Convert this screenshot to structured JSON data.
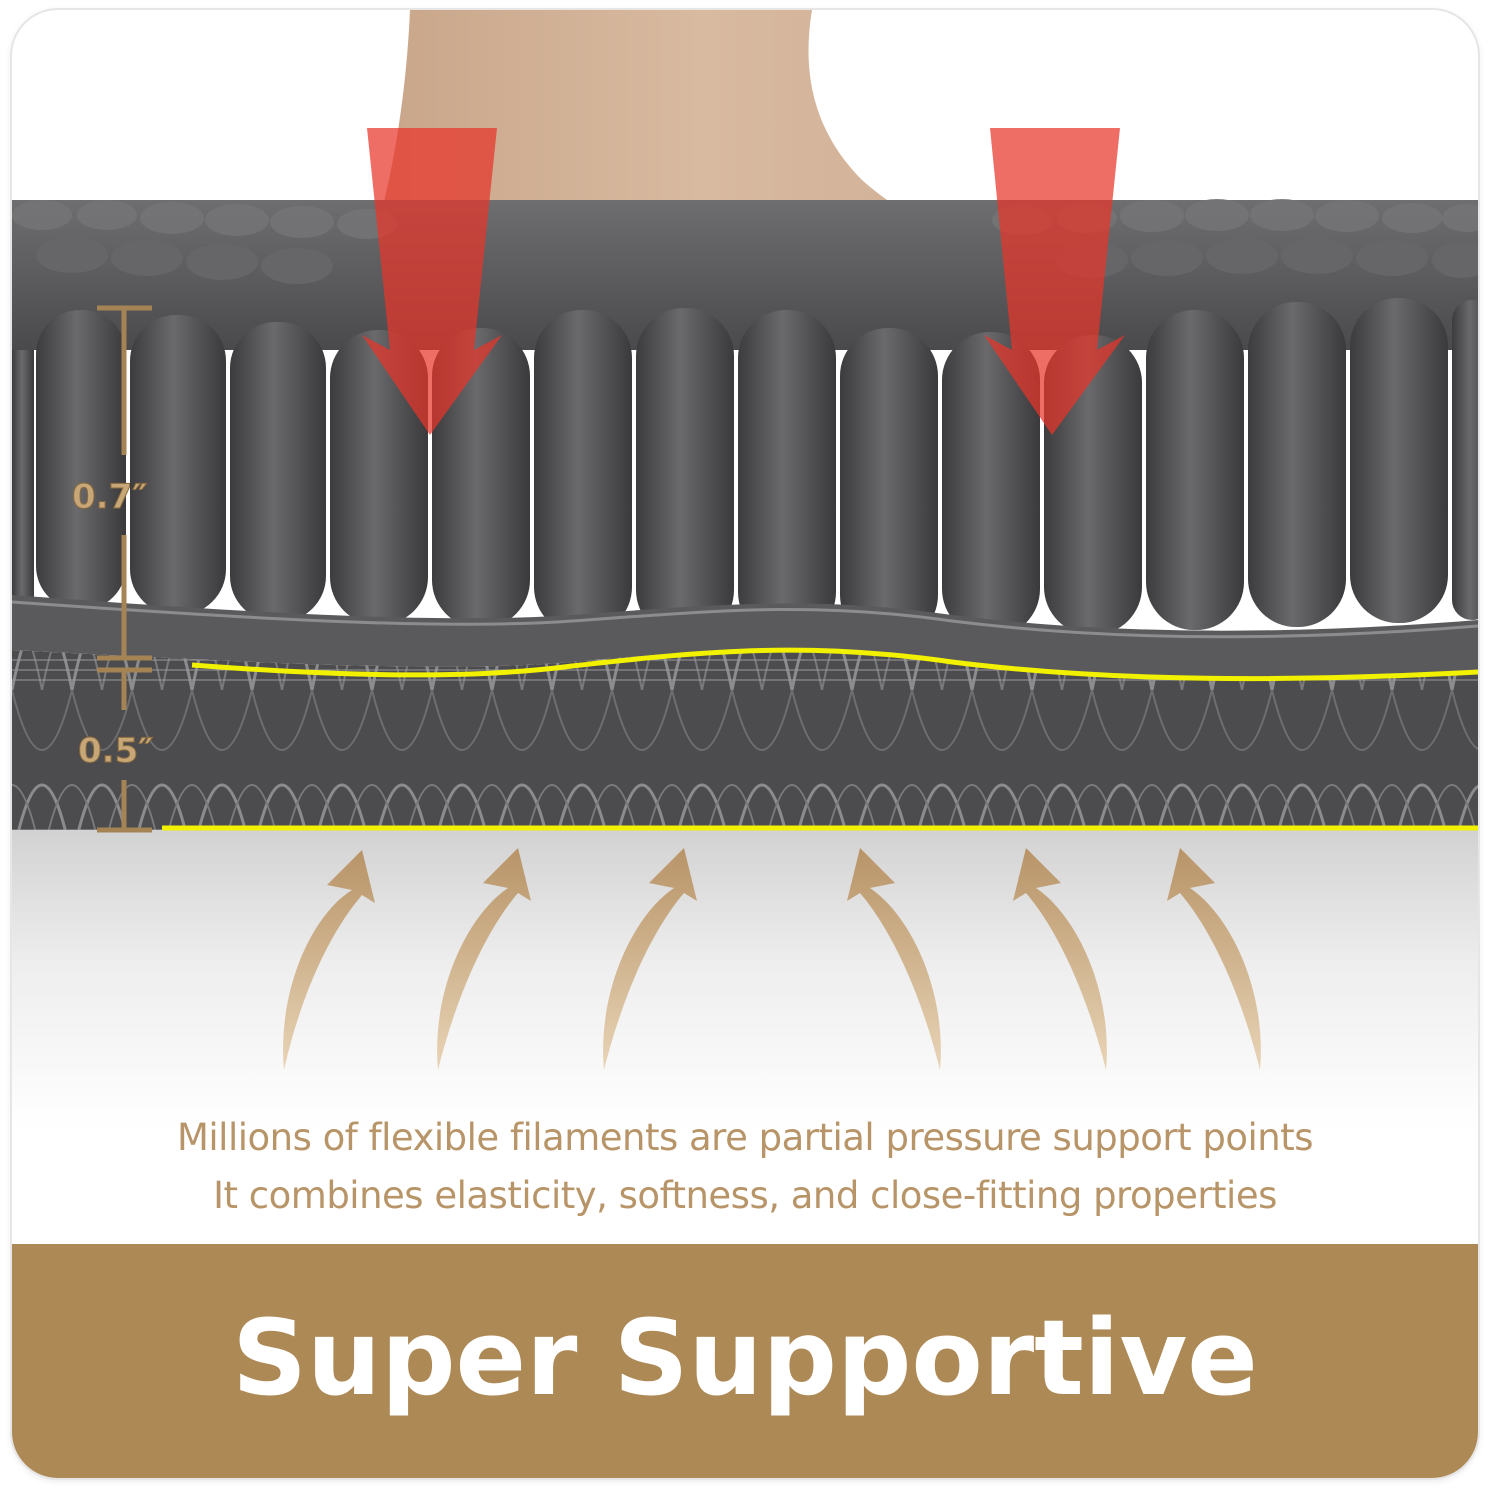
{
  "colors": {
    "accent": "#ad8956",
    "caption_text": "#b89568",
    "arrow_down": "#e8342a",
    "arrow_up": "#c4a57a",
    "mat_gray": "#5c5c5e",
    "highlight_line": "#f2f200",
    "foot": "#d4b398"
  },
  "dimensions": {
    "top_layer": "0.7″",
    "bottom_layer": "0.5″"
  },
  "icons": {
    "pressure_arrow": "arrow-down-icon",
    "support_arrow": "arrow-up-curved-icon"
  },
  "caption": {
    "line1": "Millions of flexible filaments are partial pressure support points",
    "line2": "It combines elasticity, softness, and close-fitting properties"
  },
  "banner": {
    "title": "Super Supportive"
  }
}
